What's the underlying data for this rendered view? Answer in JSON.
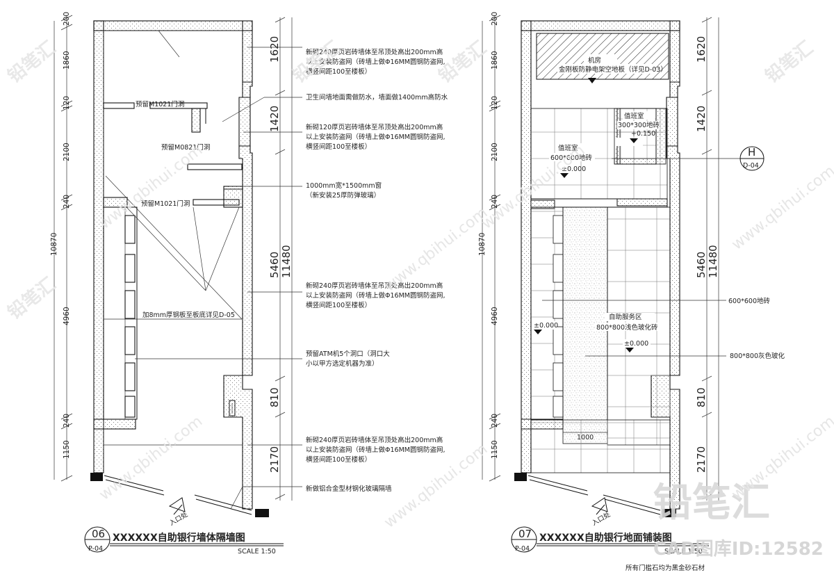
{
  "drawing_left": {
    "title": "XXXXXX自助银行墙体隔墙图",
    "number": "06",
    "sheet": "P-04",
    "scale": "SCALE 1:50",
    "entrance_label": "入口处",
    "dims_left": [
      "200",
      "1860",
      "120",
      "2100",
      "240",
      "10870",
      "4960",
      "240",
      "1150"
    ],
    "dims_right": [
      "1620",
      "1420",
      "5460",
      "11480",
      "810",
      "2170"
    ],
    "room_labels": [
      "预留M1021门洞",
      "预留M0821门洞",
      "预留M1021门洞",
      "加8mm厚钢板至板底详见D-05"
    ],
    "notes": [
      "新砌240厚页岩砖墙体至吊顶处高出200mm高",
      "以上安装防盗网（砖墙上做Φ16MM圆钢防盗网,",
      "横竖间距100至楼板）",
      "卫生间墙地面需做防水，墙面做1400mm高防水",
      "新砌120厚页岩砖墙体至吊顶处高出200mm高",
      "以上安装防盗网（砖墙上做Φ16MM圆钢防盗网,",
      "横竖间距100至楼板）",
      "1000mm宽*1500mm窗",
      "（新安装25厚防弹玻璃）",
      "新砌240厚页岩砖墙体至吊顶处高出200mm高",
      "以上安装防盗网（砖墙上做Φ16MM圆钢防盗网,",
      "横竖间距100至楼板）",
      "预留ATM机5个洞口（洞口大",
      "小以甲方选定机器为准）",
      "新砌240厚页岩砖墙体至吊顶处高出200mm高",
      "以上安装防盗网（砖墙上做Φ16MM圆钢防盗网,",
      "横竖间距100至楼板）",
      "新做铝合金型材钢化玻璃隔墙"
    ]
  },
  "drawing_right": {
    "title": "XXXXXX自助银行地面铺装图",
    "number": "07",
    "sheet": "P-04",
    "scale": "SCALE 1:50",
    "entrance_label": "入口处",
    "footnote": "所有门槛石均为黑金砂石材",
    "dims_left": [
      "200",
      "1860",
      "120",
      "2100",
      "240",
      "10870",
      "4960",
      "240",
      "1150"
    ],
    "dims_right": [
      "1620",
      "1420",
      "5460",
      "11480",
      "810",
      "2170"
    ],
    "section_tag_top": "H",
    "section_tag_bottom": "D-04",
    "room_labels": {
      "top_room_1": "机房",
      "top_room_2": "金刚板防静电架空地板（详见D-03）",
      "duty_small": "值班室",
      "duty_small_tile": "300*300地砖",
      "duty_small_level": "+0.150",
      "duty": "值班室",
      "duty_tile": "600*600地砖",
      "duty_level": "±0.000",
      "level_left": "±0.000",
      "service": "自助服务区",
      "service_tile": "800*800浅色玻化砖",
      "service_level": "±0.000",
      "width_1000": "1000"
    },
    "notes": [
      "600*600地砖",
      "800*800灰色玻化"
    ]
  },
  "watermark": {
    "brand": "铅笔汇",
    "site": "www.qbihui.com",
    "cad_id": "CAD图库ID:12582"
  }
}
